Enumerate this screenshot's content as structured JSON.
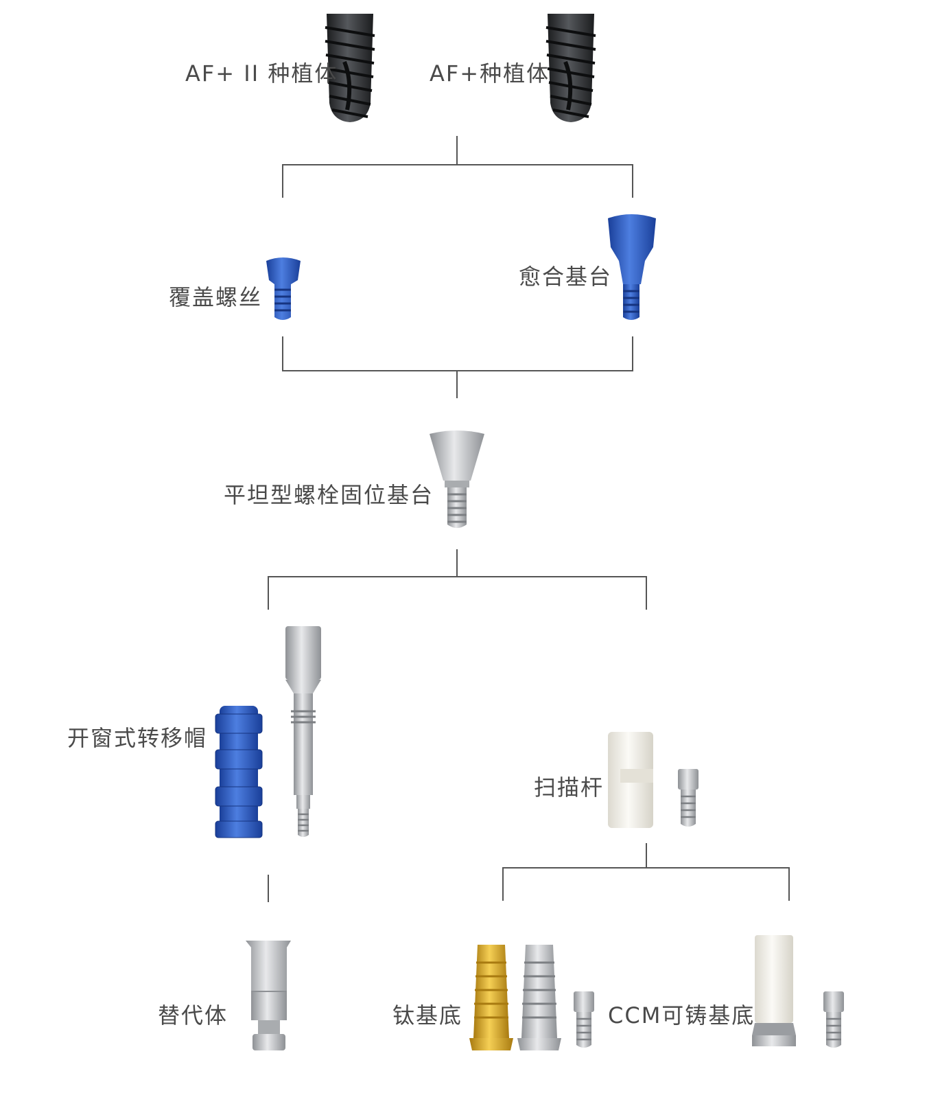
{
  "implants": {
    "af_plus_ii": "AF+ II 种植体",
    "af_plus": "AF+种植体"
  },
  "healing": {
    "cover_screw": "覆盖螺丝",
    "healing_abutment": "愈合基台"
  },
  "abutment": {
    "flat_screw_retained": "平坦型螺栓固位基台"
  },
  "impression": {
    "open_tray_coping": "开窗式转移帽",
    "scan_body": "扫描杆"
  },
  "lab": {
    "analog": "替代体",
    "ti_base": "钛基底",
    "ccm_castable_base": "CCM可铸基底"
  },
  "colors": {
    "implant": "#2f3133",
    "blue_part": "#2a55b8",
    "titanium": "#c4c6c9",
    "gold": "#d9a520",
    "peek_white": "#f0eee6",
    "connector_line": "#555555"
  }
}
